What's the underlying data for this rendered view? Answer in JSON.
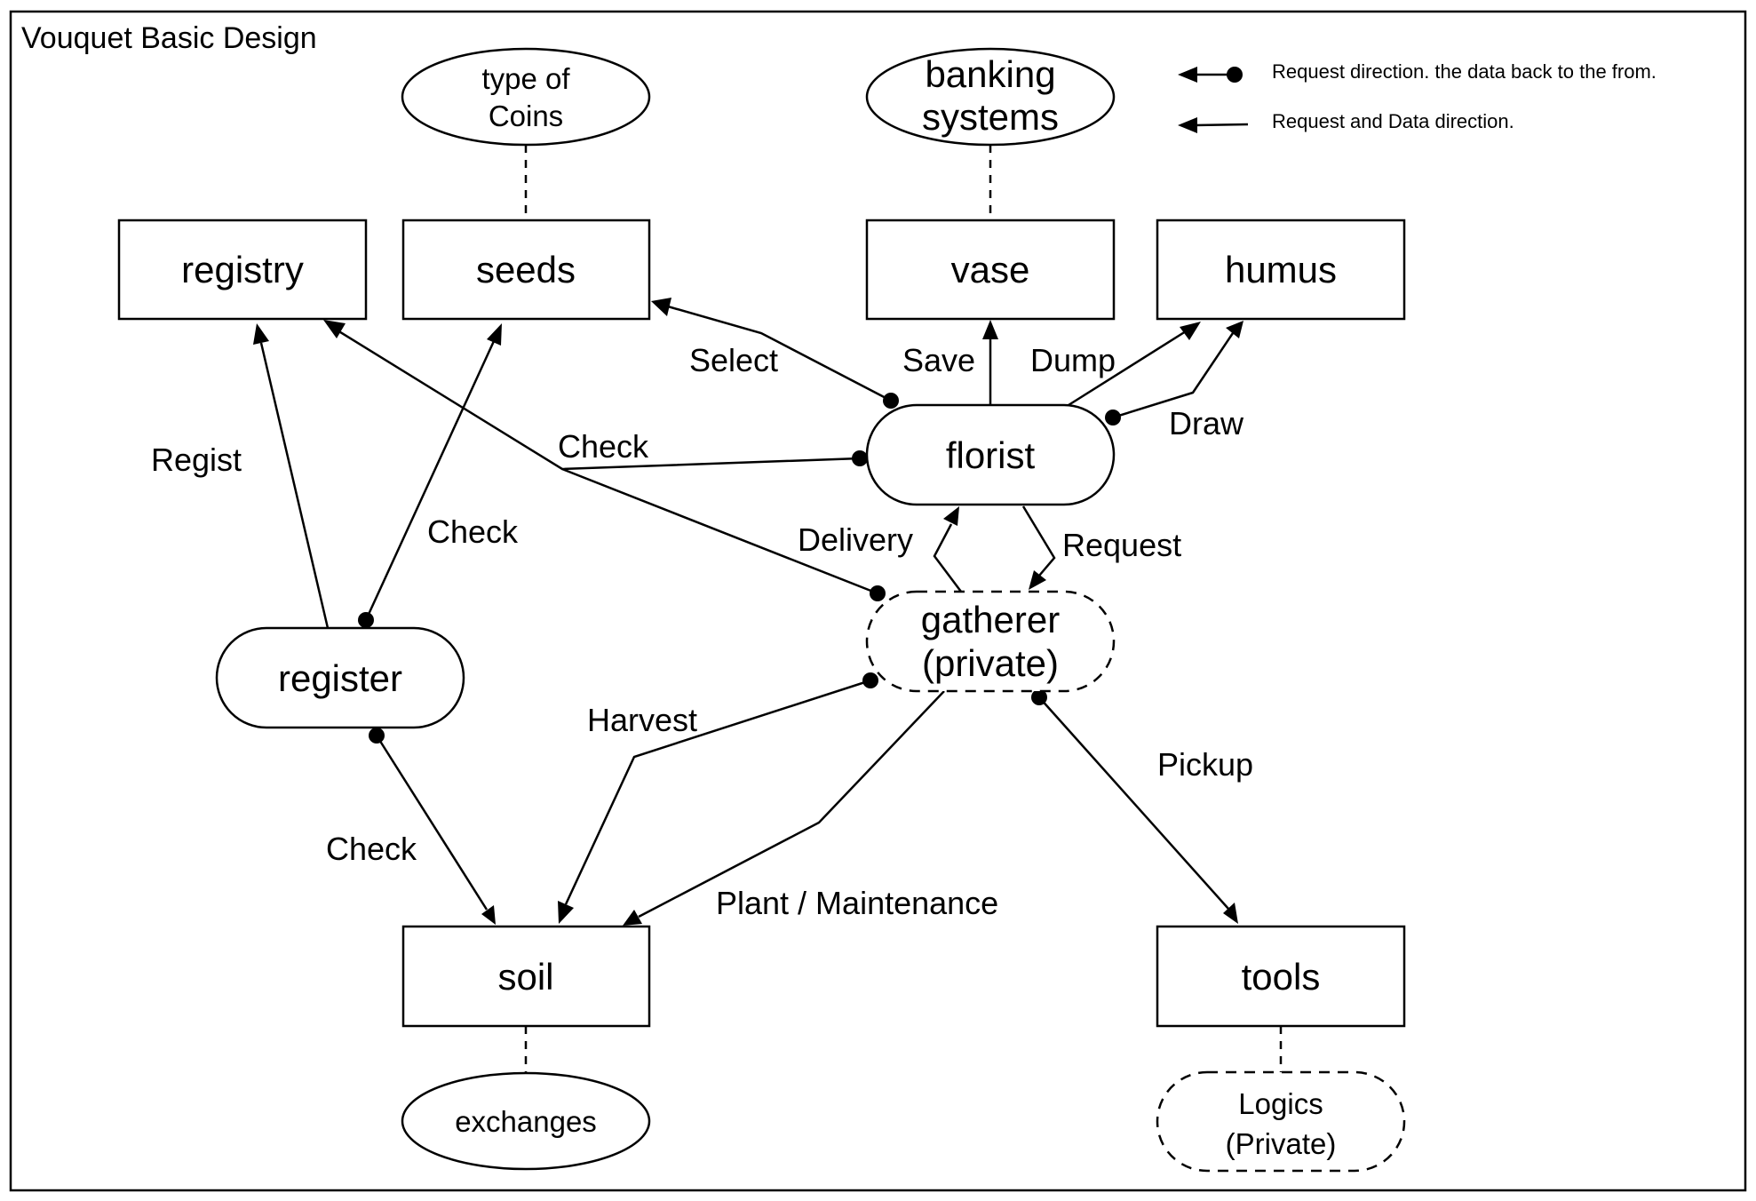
{
  "title": "Vouquet Basic Design",
  "legend": {
    "dot_arrow": "Request direction. the data back to the from.",
    "plain_arrow": "Request and Data direction."
  },
  "nodes": {
    "registry": "registry",
    "seeds": "seeds",
    "vase": "vase",
    "humus": "humus",
    "florist": "florist",
    "gatherer": [
      "gatherer",
      "(private)"
    ],
    "register": "register",
    "soil": "soil",
    "tools": "tools",
    "type_of_coins": [
      "type of",
      "Coins"
    ],
    "banking_systems": [
      "banking",
      "systems"
    ],
    "exchanges": "exchanges",
    "logics": [
      "Logics",
      "(Private)"
    ]
  },
  "edges": {
    "select": "Select",
    "save": "Save",
    "dump": "Dump",
    "draw": "Draw",
    "check_florist_registry": "Check",
    "regist": "Regist",
    "check_register_seeds": "Check",
    "delivery": "Delivery",
    "request": "Request",
    "harvest": "Harvest",
    "pickup": "Pickup",
    "check_register_soil": "Check",
    "plant_maintenance": "Plant / Maintenance"
  }
}
